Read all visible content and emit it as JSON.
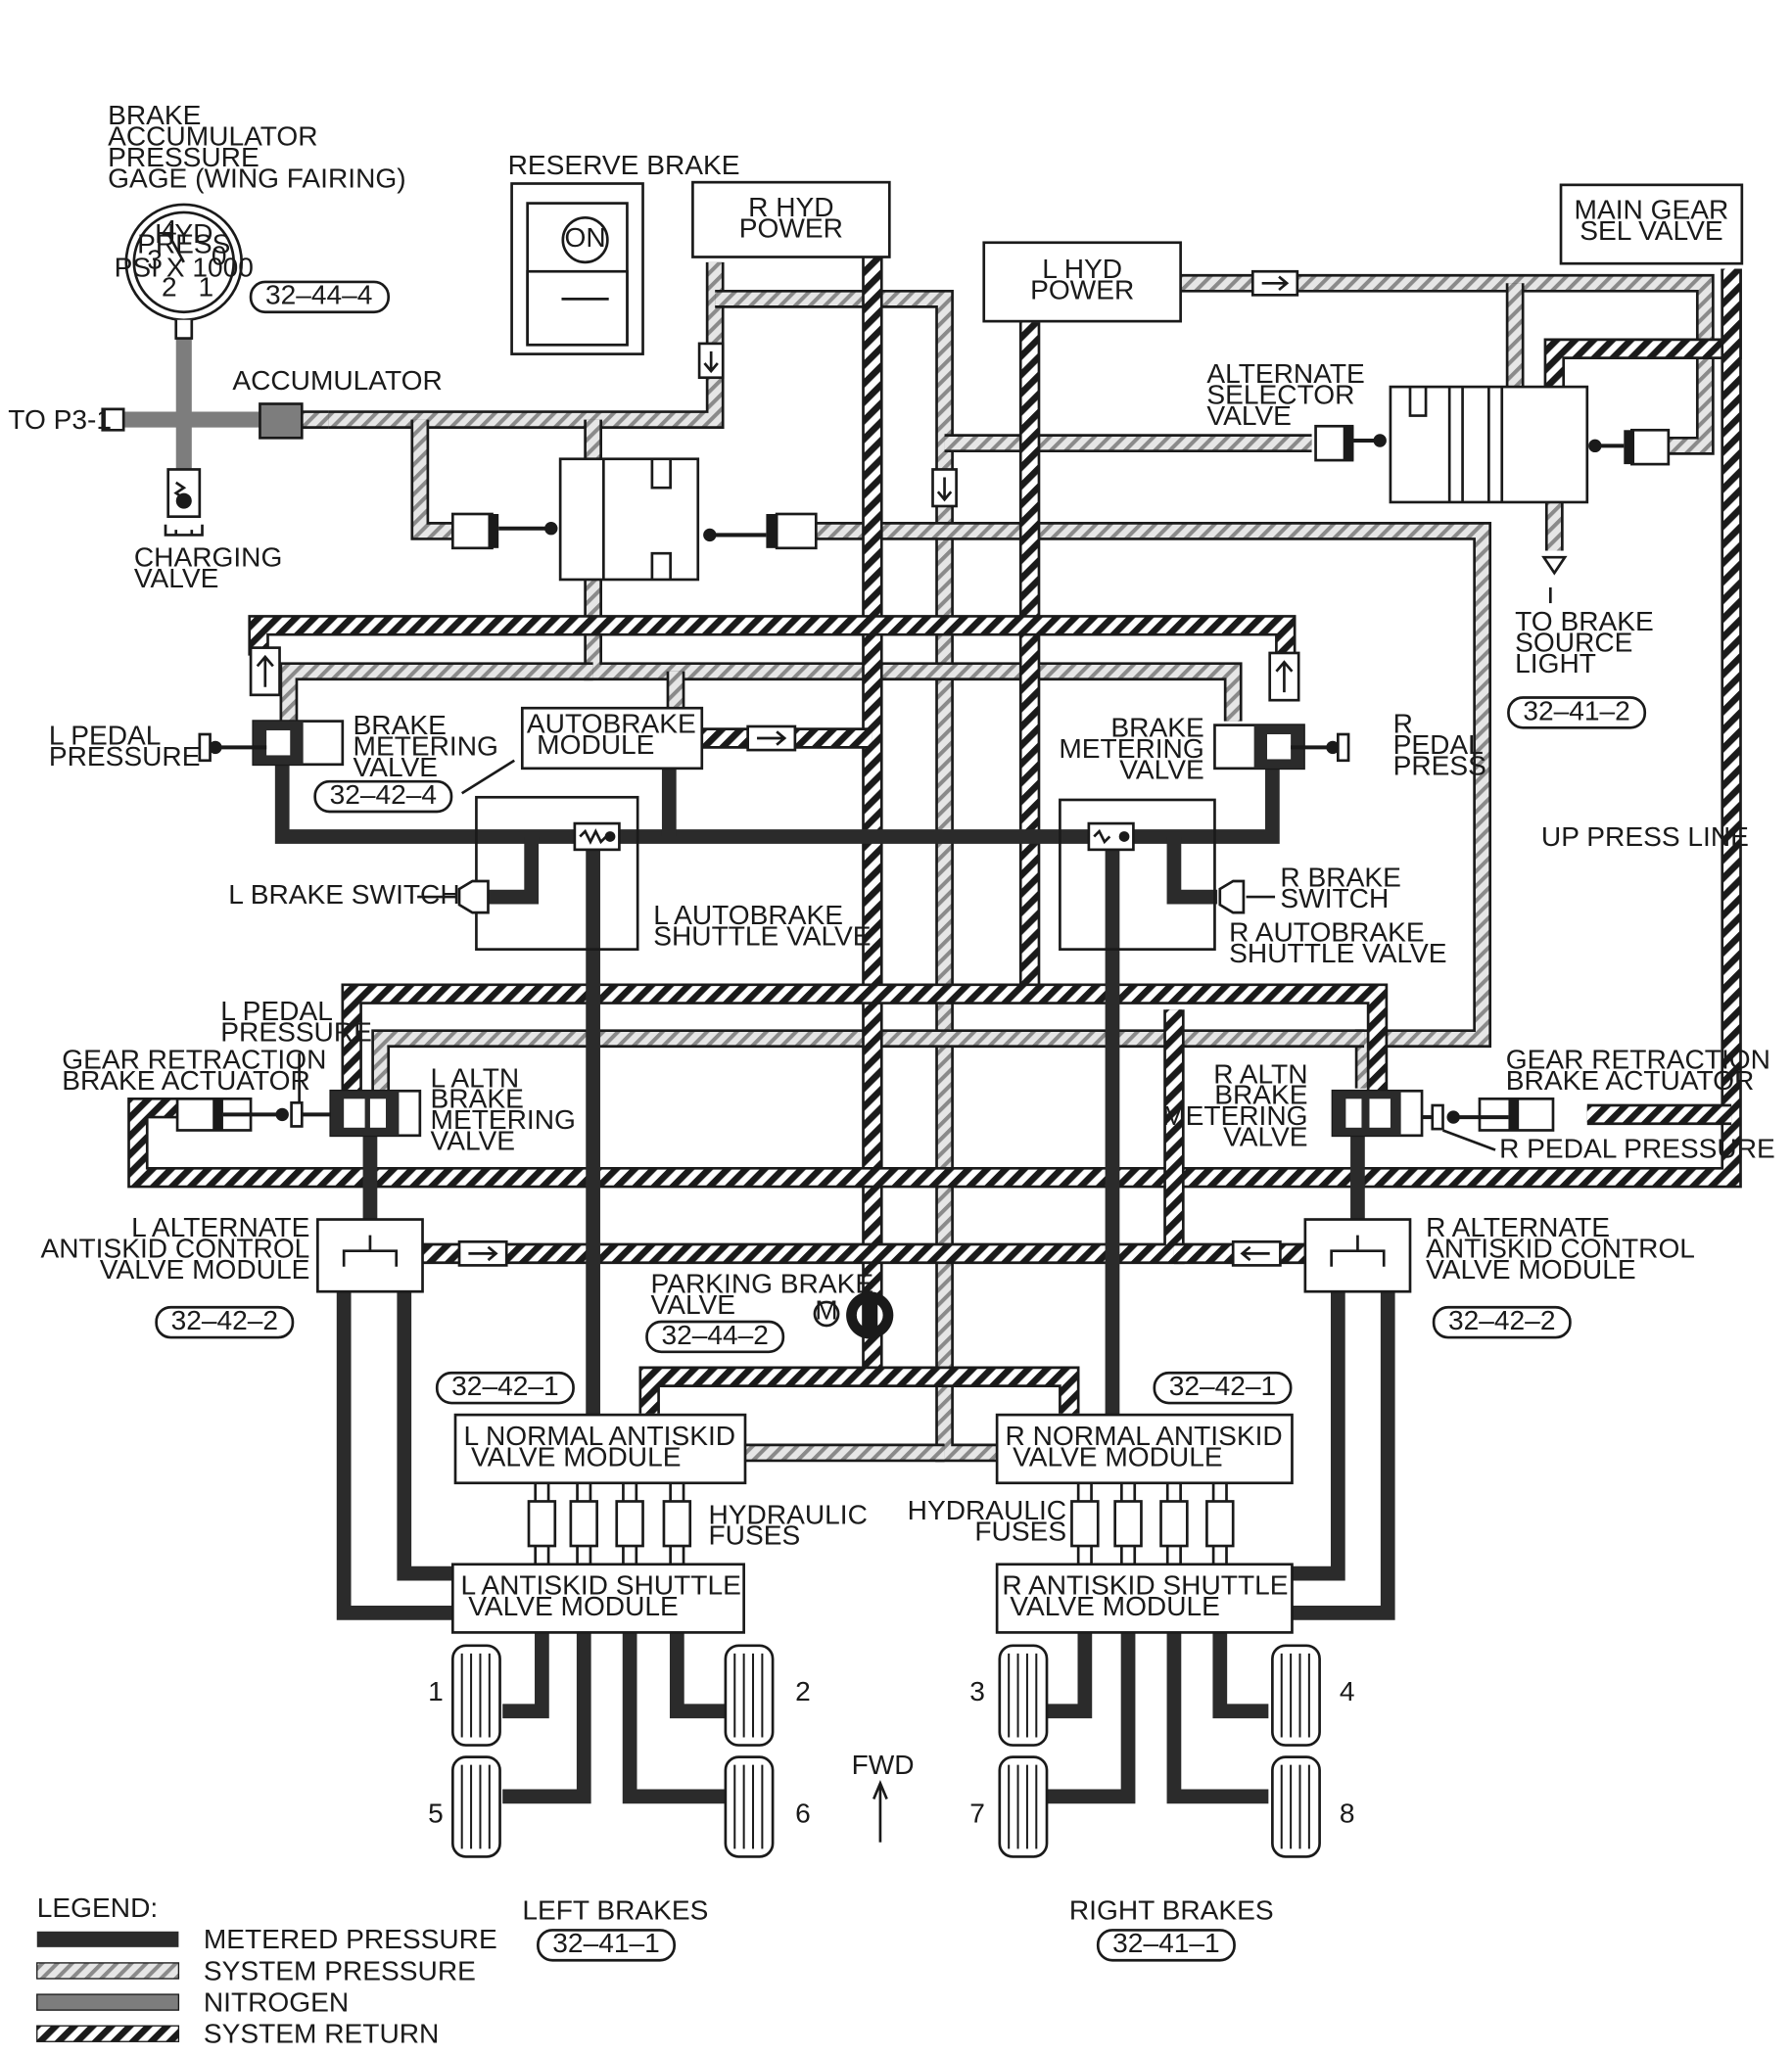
{
  "colors": {
    "metered": "#2b2b2b",
    "system_pressure_dark": "#8a8a8a",
    "system_pressure_light": "#e6e6e6",
    "nitrogen": "#7d7d7d",
    "return_dark": "#1a1a1a",
    "return_light": "#ffffff",
    "outline": "#1a1a1a"
  },
  "labels": {
    "brake_accumulator_gage": [
      "BRAKE",
      "ACCUMULATOR",
      "PRESSURE",
      "GAGE (WING FAIRING)"
    ],
    "gage_ref": "32–44–4",
    "gage_face": [
      "HYD",
      "PRESS",
      "PSI X 1000"
    ],
    "gage_numbers": [
      "4",
      "3",
      "2",
      "1",
      "0"
    ],
    "to_p3_1": "TO P3-1",
    "accumulator": "ACCUMULATOR",
    "charging_valve": [
      "CHARGING",
      "VALVE"
    ],
    "reserve_brake": "RESERVE BRAKE",
    "reserve_on": "ON",
    "r_hyd_power": [
      "R HYD",
      "POWER"
    ],
    "l_hyd_power": [
      "L HYD",
      "POWER"
    ],
    "main_gear_sel_valve": [
      "MAIN GEAR",
      "SEL VALVE"
    ],
    "alternate_selector_valve": [
      "ALTERNATE",
      "SELECTOR",
      "VALVE"
    ],
    "to_brake_source_light": [
      "TO BRAKE",
      "SOURCE",
      "LIGHT"
    ],
    "ref_32_41_2": "32–41–2",
    "l_pedal_pressure": [
      "L PEDAL",
      "PRESSURE"
    ],
    "l_brake_metering_valve": [
      "BRAKE",
      "METERING",
      "VALVE"
    ],
    "ref_32_42_4": "32–42–4",
    "autobrake_module": [
      "AUTOBRAKE",
      "MODULE"
    ],
    "r_brake_metering_valve": [
      "BRAKE",
      "METERING",
      "VALVE"
    ],
    "r_pedal_press": [
      "R",
      "PEDAL",
      "PRESS"
    ],
    "up_press_line": "UP PRESS LINE",
    "l_brake_switch": "L BRAKE SWITCH",
    "l_autobrake_shuttle": [
      "L AUTOBRAKE",
      "SHUTTLE VALVE"
    ],
    "r_brake_switch": [
      "R BRAKE",
      "SWITCH"
    ],
    "r_autobrake_shuttle": [
      "R AUTOBRAKE",
      "SHUTTLE VALVE"
    ],
    "l_pedal_pressure_2": [
      "L PEDAL",
      "PRESSURE"
    ],
    "l_gear_retraction": [
      "GEAR RETRACTION",
      "BRAKE ACTUATOR"
    ],
    "l_altn_metering": [
      "L ALTN",
      "BRAKE",
      "METERING",
      "VALVE"
    ],
    "r_altn_metering": [
      "R ALTN",
      "BRAKE",
      "METERING",
      "VALVE"
    ],
    "r_gear_retraction": [
      "GEAR RETRACTION",
      "BRAKE ACTUATOR"
    ],
    "r_pedal_pressure": "R PEDAL PRESSURE",
    "l_alt_antiskid": [
      "L ALTERNATE",
      "ANTISKID CONTROL",
      "VALVE MODULE"
    ],
    "r_alt_antiskid": [
      "R ALTERNATE",
      "ANTISKID CONTROL",
      "VALVE MODULE"
    ],
    "ref_32_42_2_left": "32–42–2",
    "ref_32_42_2_right": "32–42–2",
    "parking_brake_valve": [
      "PARKING BRAKE",
      "VALVE"
    ],
    "ref_32_44_2": "32–44–2",
    "motor_symbol": "M",
    "ref_32_42_1_left": "32–42–1",
    "ref_32_42_1_right": "32–42–1",
    "l_normal_antiskid": [
      "L NORMAL ANTISKID",
      "VALVE MODULE"
    ],
    "r_normal_antiskid": [
      "R NORMAL ANTISKID",
      "VALVE MODULE"
    ],
    "hydraulic_fuses_left": [
      "HYDRAULIC",
      "FUSES"
    ],
    "hydraulic_fuses_right": [
      "HYDRAULIC",
      "FUSES"
    ],
    "l_antiskid_shuttle": [
      "L ANTISKID SHUTTLE",
      "VALVE MODULE"
    ],
    "r_antiskid_shuttle": [
      "R ANTISKID SHUTTLE",
      "VALVE MODULE"
    ],
    "wheels": [
      "1",
      "2",
      "3",
      "4",
      "5",
      "6",
      "7",
      "8"
    ],
    "fwd": "FWD",
    "left_brakes": "LEFT BRAKES",
    "right_brakes": "RIGHT BRAKES",
    "ref_32_41_1_left": "32–41–1",
    "ref_32_41_1_right": "32–41–1"
  },
  "legend": {
    "title": "LEGEND:",
    "items": [
      {
        "label": "METERED PRESSURE",
        "style": "metered"
      },
      {
        "label": "SYSTEM PRESSURE",
        "style": "system"
      },
      {
        "label": "NITROGEN",
        "style": "nitrogen"
      },
      {
        "label": "SYSTEM RETURN",
        "style": "return"
      }
    ]
  }
}
